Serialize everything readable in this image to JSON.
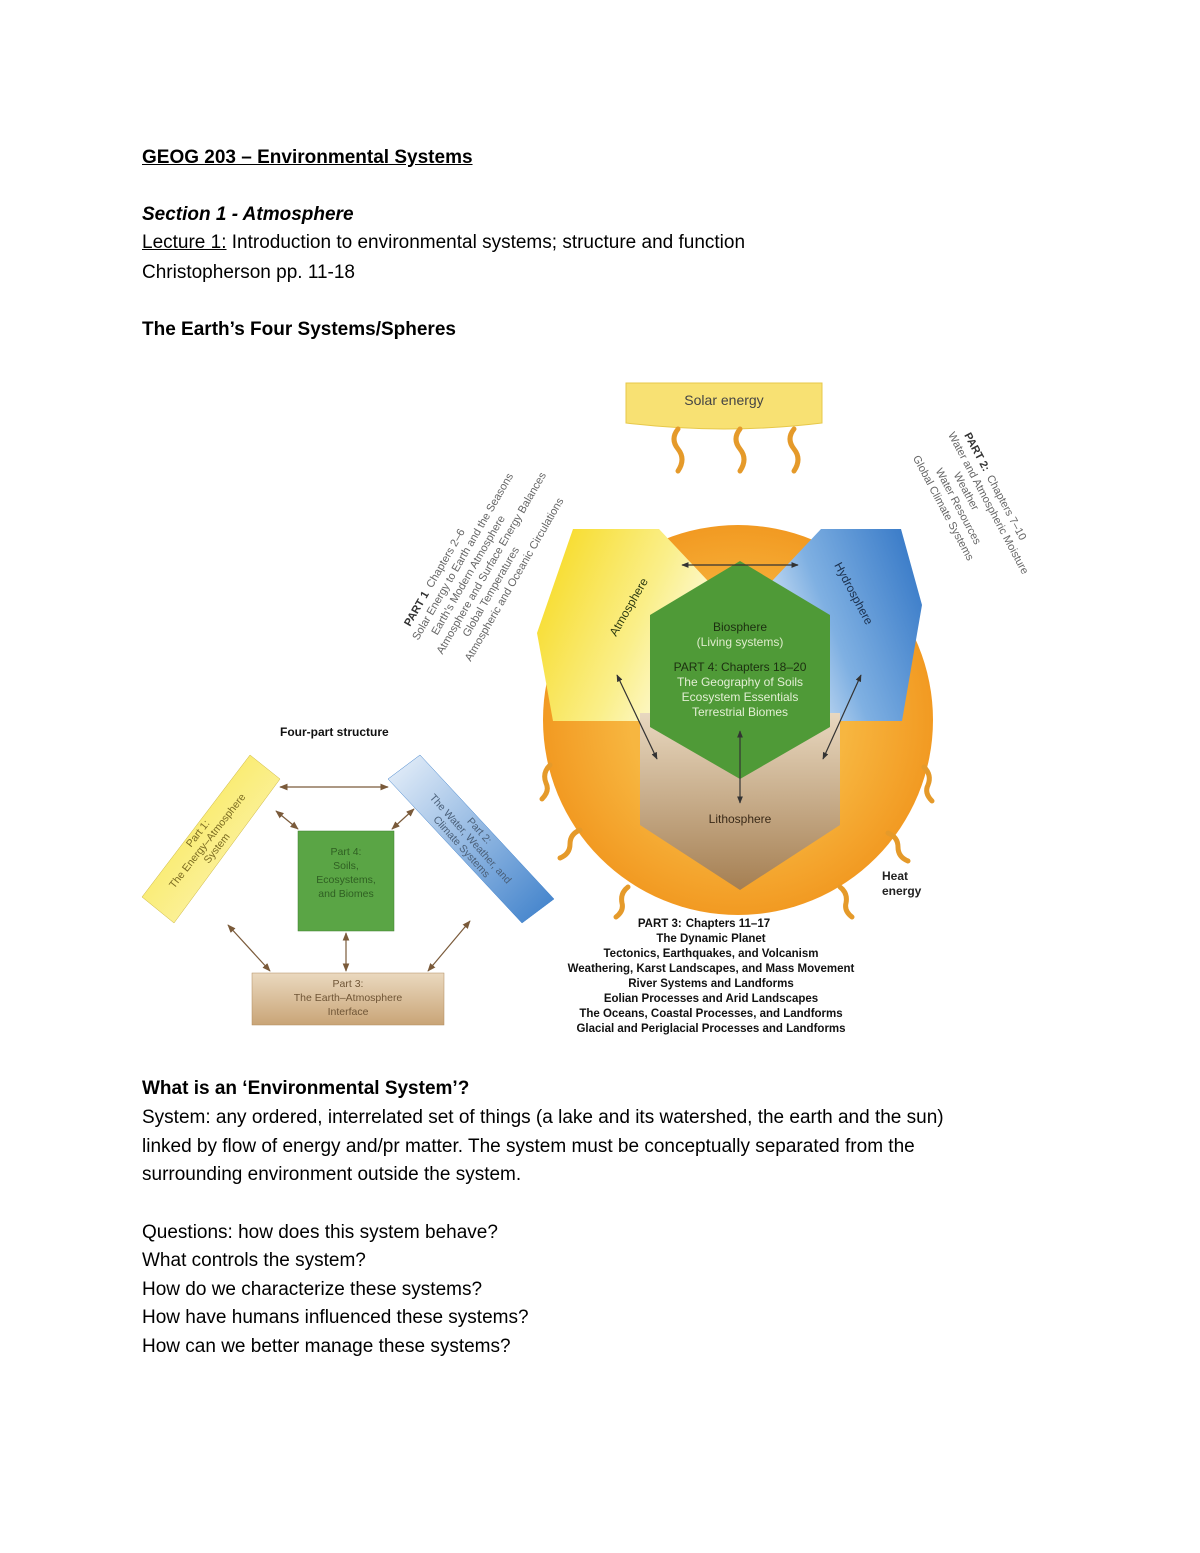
{
  "document": {
    "course_title": "GEOG 203 – Environmental Systems",
    "section": "Section 1 - Atmosphere",
    "lecture_label": "Lecture 1:",
    "lecture_text": " Introduction to environmental systems; structure and function",
    "reading": "Christopherson pp. 11-18",
    "figure_heading": "The Earth’s Four Systems/Spheres",
    "question_heading": "What is an ‘Environmental System’?",
    "definition_lines": [
      "System: any ordered, interrelated set of things (a lake and its watershed, the earth and the sun)",
      "linked by flow of energy and/pr matter. The system must be conceptually separated from the",
      "surrounding environment outside the system."
    ],
    "questions": [
      "Questions: how does this system behave?",
      "What controls the system?",
      "How do we characterize these systems?",
      "How have humans influenced these systems?",
      "How can we better manage these systems?"
    ]
  },
  "figure": {
    "solar_energy": "Solar energy",
    "heat_energy_1": "Heat",
    "heat_energy_2": "energy",
    "atmosphere": "Atmosphere",
    "hydrosphere": "Hydrosphere",
    "biosphere": "Biosphere",
    "biosphere_sub": "(Living systems)",
    "part4_title": "PART 4: Chapters 18–20",
    "part4_lines": [
      "The Geography of Soils",
      "Ecosystem Essentials",
      "Terrestrial Biomes"
    ],
    "lithosphere": "Lithosphere",
    "part1_title": "PART 1",
    "part1_chapters": "Chapters 2–6",
    "part1_lines": [
      "Solar Energy to Earth and the Seasons",
      "Earth's Modern Atmosphere",
      "Atmosphere and Surface Energy Balances",
      "Global Temperatures",
      "Atmospheric and Oceanic Circulations"
    ],
    "part2_title": "PART 2:",
    "part2_chapters": "Chapters 7–10",
    "part2_lines": [
      "Water and Atmospheric Moisture",
      "Weather",
      "Water Resources",
      "Global Climate Systems"
    ],
    "part3_title": "PART 3:",
    "part3_chapters": "Chapters 11–17",
    "part3_lines": [
      "The Dynamic Planet",
      "Tectonics, Earthquakes, and Volcanism",
      "Weathering, Karst Landscapes, and Mass Movement",
      "River Systems and Landforms",
      "Eolian Processes and Arid Landscapes",
      "The Oceans, Coastal Processes, and Landforms",
      "Glacial and Periglacial Processes and Landforms"
    ],
    "four_part_title": "Four-part structure",
    "box_part1": [
      "Part 1:",
      "The Energy–Atmosphere",
      "System"
    ],
    "box_part2": [
      "Part 2:",
      "The Water, Weather, and",
      "Climate Systems"
    ],
    "box_part4": [
      "Part 4:",
      "Soils,",
      "Ecosystems,",
      "and Biomes"
    ],
    "box_part3": [
      "Part 3:",
      "The Earth–Atmosphere",
      "Interface"
    ],
    "colors": {
      "orange": "#f3a52a",
      "solar_yellow": "#f8e173",
      "atmosphere_yellow": "#f9e33a",
      "hydro_blue": "#3f86cf",
      "bio_green": "#4f9a37",
      "litho_brown": "#b08a5e"
    }
  }
}
